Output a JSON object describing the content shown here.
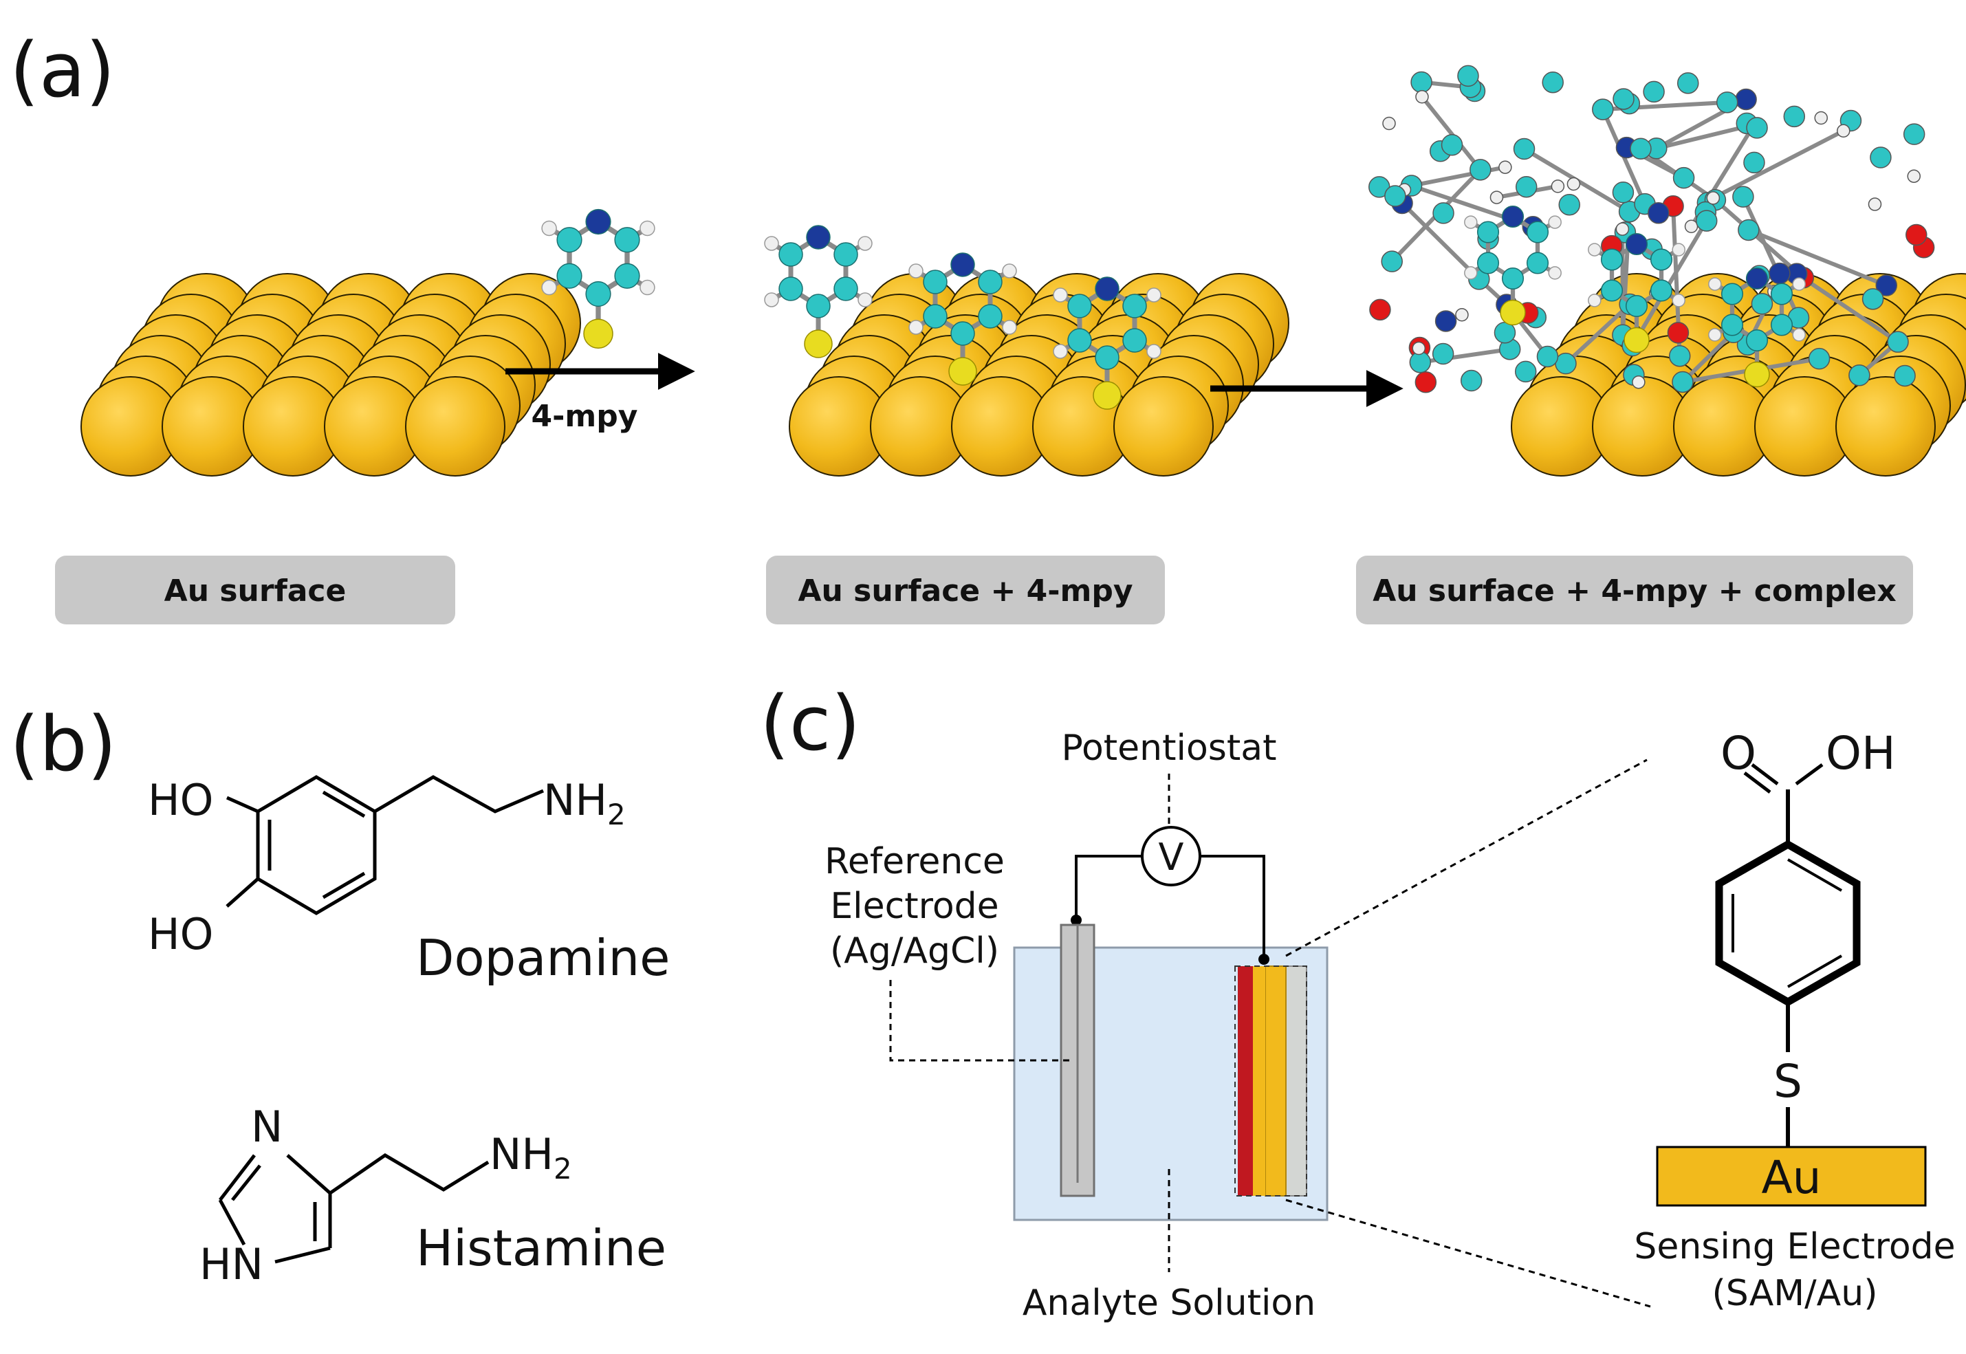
{
  "panel_a": {
    "label": "(a)",
    "arrow_reagent": "4-mpy",
    "boxes": [
      "Au surface",
      "Au surface + 4-mpy",
      "Au surface + 4-mpy + complex"
    ]
  },
  "panel_b": {
    "label": "(b)",
    "dopamine": {
      "name": "Dopamine",
      "oh1": "HO",
      "oh2": "HO",
      "amine": "NH",
      "amine_sub": "2"
    },
    "histamine": {
      "name": "Histamine",
      "n_ring": "N",
      "hn_ring": "HN",
      "amine": "NH",
      "amine_sub": "2"
    }
  },
  "panel_c": {
    "label": "(c)",
    "potentiostat": "Potentiostat",
    "voltmeter": "V",
    "reference": [
      "Reference",
      "Electrode",
      "(Ag/AgCl)"
    ],
    "analyte": "Analyte Solution",
    "sensing": [
      "Sensing Electrode",
      "(SAM/Au)"
    ],
    "sam_top_o": "O",
    "sam_top_oh": "OH",
    "sam_s": "S",
    "sam_au": "Au"
  },
  "colors": {
    "gold": "#F2BA1C",
    "gold_edge": "#2a2000",
    "carbon": "#2EC4C4",
    "nitrogen": "#1B3A9A",
    "oxygen": "#E01818",
    "sulfur": "#E8DC20",
    "hydrogen": "#EFEFEF",
    "label_box": "#C8C8C8",
    "solution": "#D9E8F7",
    "red_layer": "#C01820"
  }
}
